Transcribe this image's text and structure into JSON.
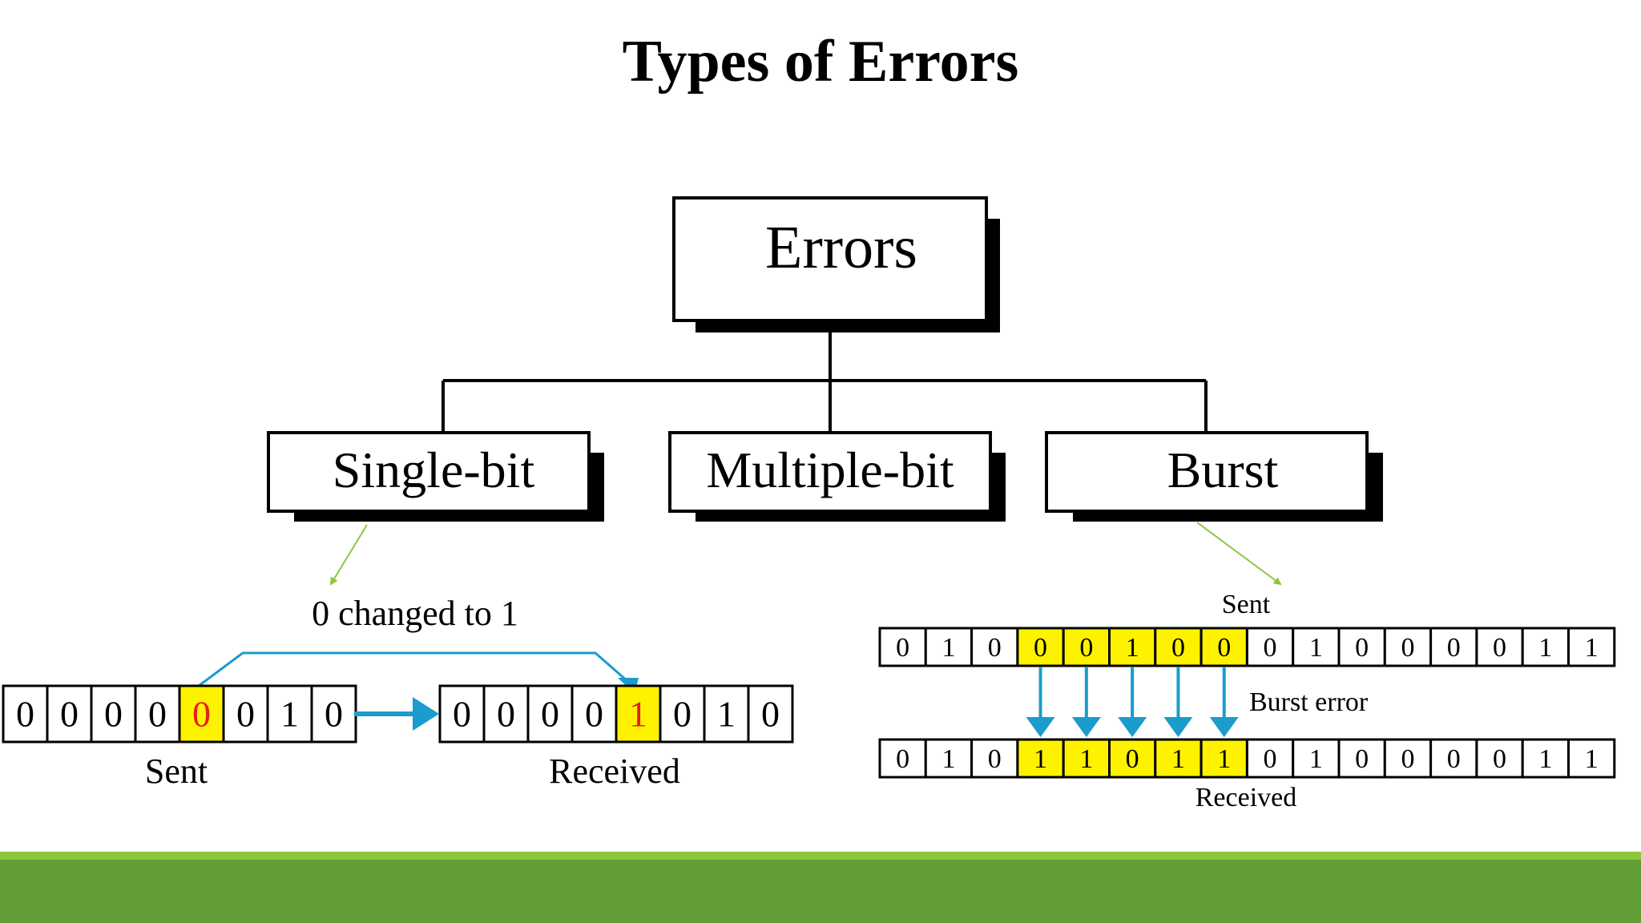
{
  "title": "Types of Errors",
  "root": {
    "label": "Errors"
  },
  "categories": [
    {
      "label": "Single-bit"
    },
    {
      "label": "Multiple-bit"
    },
    {
      "label": "Burst"
    }
  ],
  "single_bit": {
    "caption": "0 changed to 1",
    "sent_label": "Sent",
    "received_label": "Received",
    "sent_bits": [
      "0",
      "0",
      "0",
      "0",
      "0",
      "0",
      "1",
      "0"
    ],
    "received_bits": [
      "0",
      "0",
      "0",
      "0",
      "1",
      "0",
      "1",
      "0"
    ],
    "error_index": 4
  },
  "burst": {
    "sent_label": "Sent",
    "received_label": "Received",
    "error_label": "Burst error",
    "sent_bits": [
      "0",
      "1",
      "0",
      "0",
      "0",
      "1",
      "0",
      "0",
      "0",
      "1",
      "0",
      "0",
      "0",
      "0",
      "1",
      "1"
    ],
    "received_bits": [
      "0",
      "1",
      "0",
      "1",
      "1",
      "0",
      "1",
      "1",
      "0",
      "1",
      "0",
      "0",
      "0",
      "0",
      "1",
      "1"
    ],
    "burst_start": 3,
    "burst_end": 7
  },
  "colors": {
    "highlight": "#fff200",
    "error_digit": "#e0201b",
    "arrow": "#1a9ccc",
    "callout": "#8cc63f",
    "band_light": "#8cc63f",
    "band_dark": "#629e35"
  }
}
